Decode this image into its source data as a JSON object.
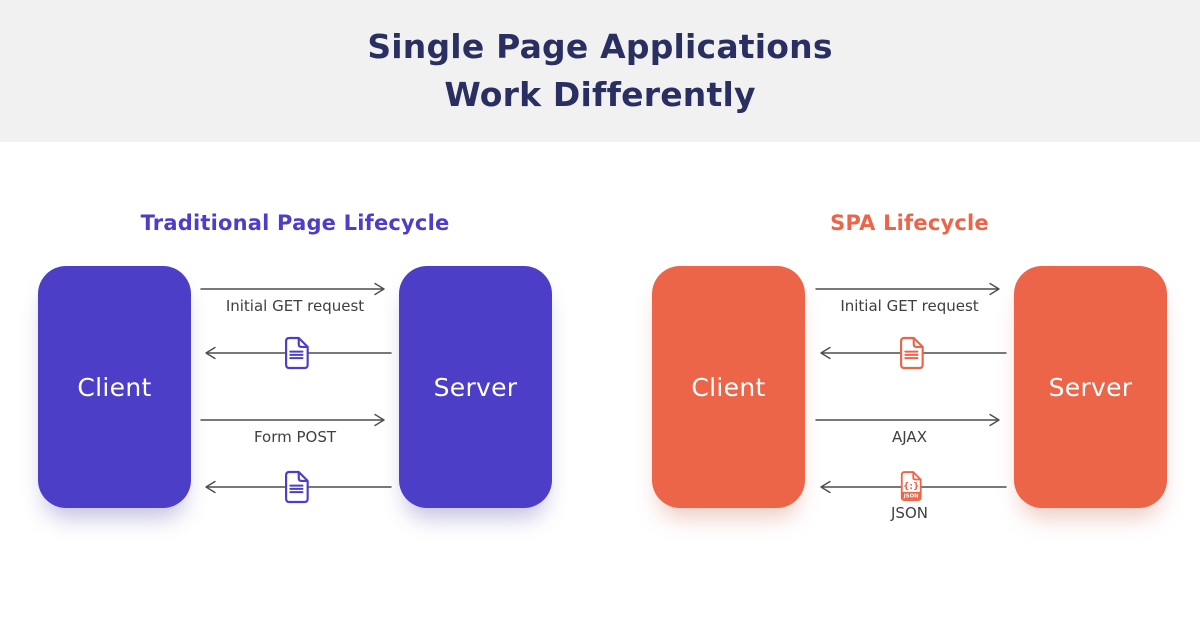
{
  "header": {
    "title_line1": "Single Page Applications",
    "title_line2": "Work Differently"
  },
  "colors": {
    "header_background": "#f1f1f2",
    "heading_navy": "#293061",
    "traditional_accent": "#4c3ec6",
    "spa_accent": "#ec6549",
    "arrow_gray": "#4d4d4d",
    "label_gray": "#3f3f3f"
  },
  "diagrams": [
    {
      "title": "Traditional Page Lifecycle",
      "accent": "#4c3ec6",
      "client_label": "Client",
      "server_label": "Server",
      "flows": [
        {
          "direction": "right",
          "label": "Initial GET request"
        },
        {
          "direction": "left",
          "icon": "document-icon"
        },
        {
          "direction": "right",
          "label": "Form POST"
        },
        {
          "direction": "left",
          "icon": "document-icon"
        }
      ]
    },
    {
      "title": "SPA Lifecycle",
      "accent": "#ec6549",
      "client_label": "Client",
      "server_label": "Server",
      "flows": [
        {
          "direction": "right",
          "label": "Initial GET request"
        },
        {
          "direction": "left",
          "icon": "document-icon"
        },
        {
          "direction": "right",
          "label": "AJAX"
        },
        {
          "direction": "left",
          "icon": "json-file-icon",
          "label": "JSON",
          "icon_badge_text": "JSON",
          "icon_glyph": "{:}"
        }
      ]
    }
  ]
}
